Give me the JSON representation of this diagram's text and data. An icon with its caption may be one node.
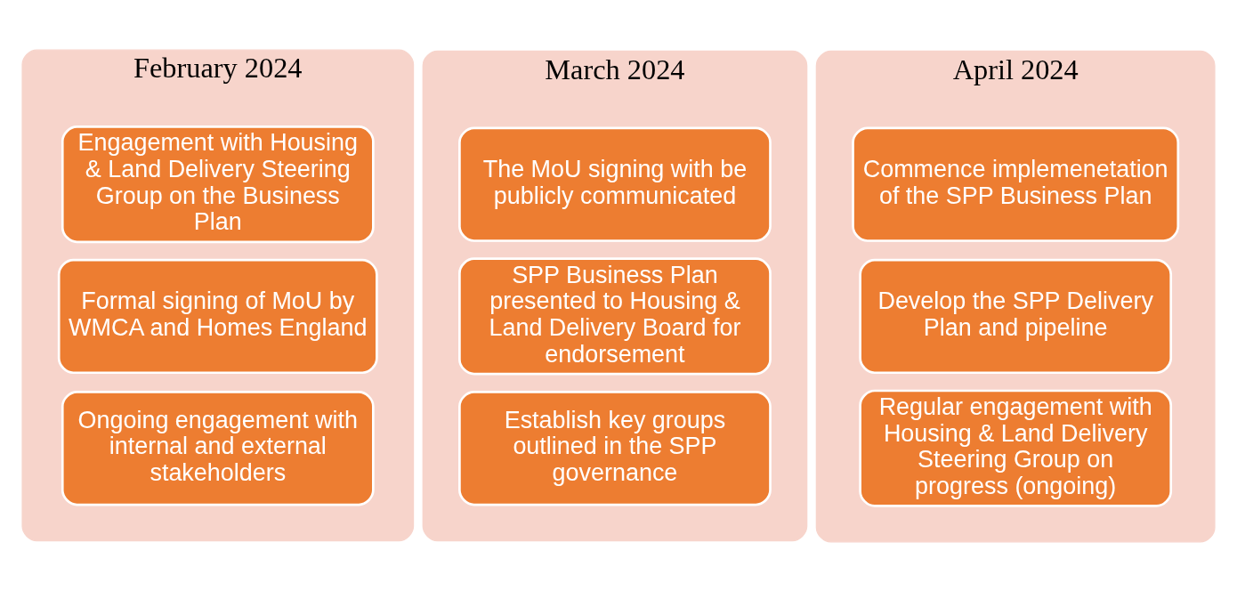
{
  "diagram": {
    "nodes": [
      {
        "text": [
          "February 2024"
        ]
      },
      {
        "text": [
          "Engagement with Housing & Land Delivery Steering Group on the Business Plan"
        ],
        "in": 0
      },
      {
        "text": [
          "Formal signing of MoU by WMCA and Homes England"
        ],
        "in": 0
      },
      {
        "text": [
          "Ongoing engagement with internal and external stakeholders"
        ],
        "in": 0
      },
      {
        "text": [
          "March 2024"
        ]
      },
      {
        "text": [
          "The MoU signing with be publicly communicated"
        ],
        "in": 4
      },
      {
        "text": [
          "SPP Business Plan presented to Housing & Land Delivery Board for endorsement"
        ],
        "in": 4
      },
      {
        "text": [
          "Establish key groups outlined in the SPP governance"
        ],
        "in": 4
      },
      {
        "text": [
          "April 2024"
        ]
      },
      {
        "text": [
          "Commence implemenetation of the SPP Business Plan"
        ],
        "in": 8
      },
      {
        "text": [
          "Develop the SPP Delivery Plan and pipeline"
        ],
        "in": 8
      },
      {
        "text": [
          "Regular engagement with Housing & Land Delivery Steering Group on progress (ongoing)"
        ],
        "in": 8
      }
    ],
    "edges": []
  }
}
